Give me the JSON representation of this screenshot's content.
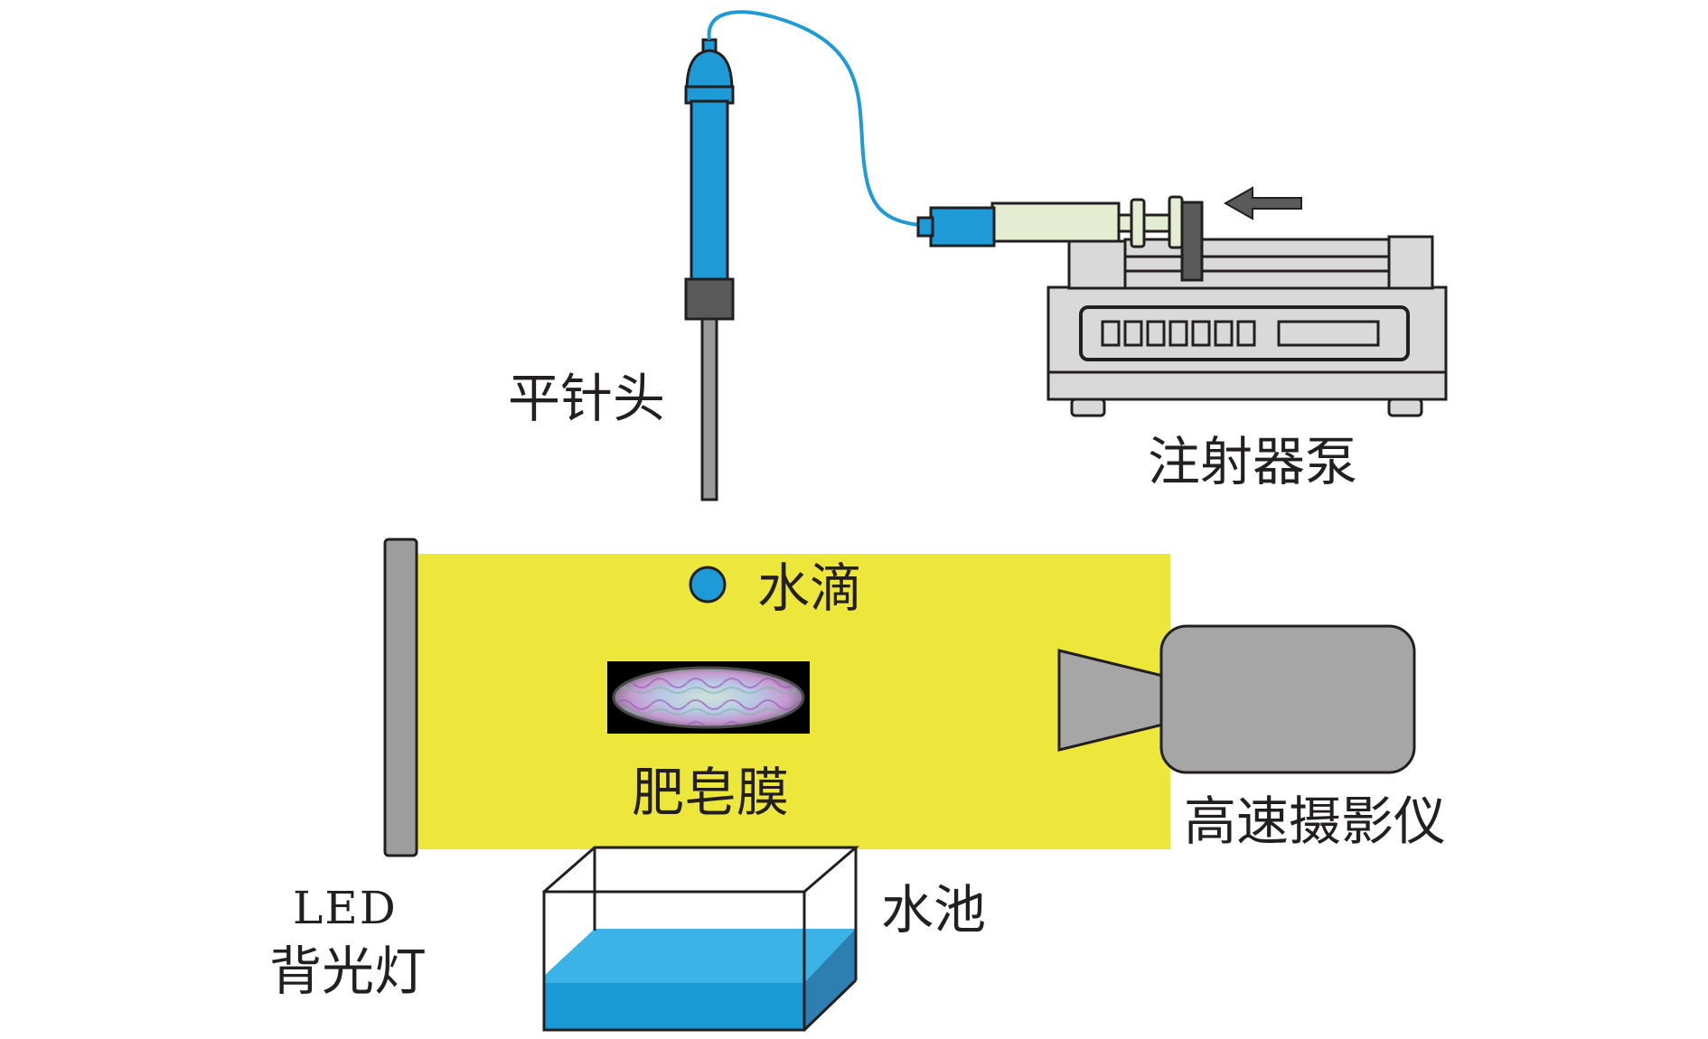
{
  "labels": {
    "needle": "平针头",
    "syringe_pump": "注射器泵",
    "droplet": "水滴",
    "soap_film": "肥皂膜",
    "high_speed_camera": "高速摄影仪",
    "led_line1": "LED",
    "led_line2": "背光灯",
    "water_pool": "水池"
  },
  "colors": {
    "light_beam": "#ece73a",
    "tube_blue": "#1e9ad6",
    "water_top": "#3bb3e6",
    "water_front": "#1a9ad5",
    "device_gray": "#d9d9d9",
    "camera_gray": "#a6a6a6",
    "led_gray": "#9d9d9d",
    "outline": "#231f20",
    "syringe_barrel": "#e4ecd2"
  },
  "icons": {
    "arrow": "left-arrow-icon",
    "droplet": "droplet-icon",
    "camera": "camera-icon"
  }
}
